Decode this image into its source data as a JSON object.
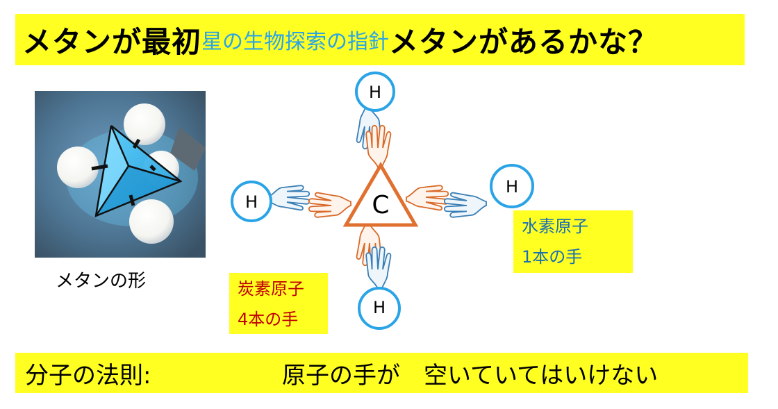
{
  "title": {
    "part1": "メタンが最初",
    "part2": "星の生物探索の指針",
    "part3": "メタンがあるかな？"
  },
  "photo": {
    "caption": "メタンの形"
  },
  "diagram": {
    "center_atom": "C",
    "hydrogen_atoms": [
      "H",
      "H",
      "H",
      "H"
    ],
    "colors": {
      "carbon": "#e07030",
      "hydrogen": "#2aa4e6"
    }
  },
  "notes": {
    "carbon": {
      "line1": "炭素原子",
      "line2": "4本の手"
    },
    "hydrogen": {
      "line1": "水素原子",
      "line2": "1本の手"
    }
  },
  "rule": {
    "label": "分子の法則:",
    "text": "原子の手が　空いていてはいけない"
  }
}
